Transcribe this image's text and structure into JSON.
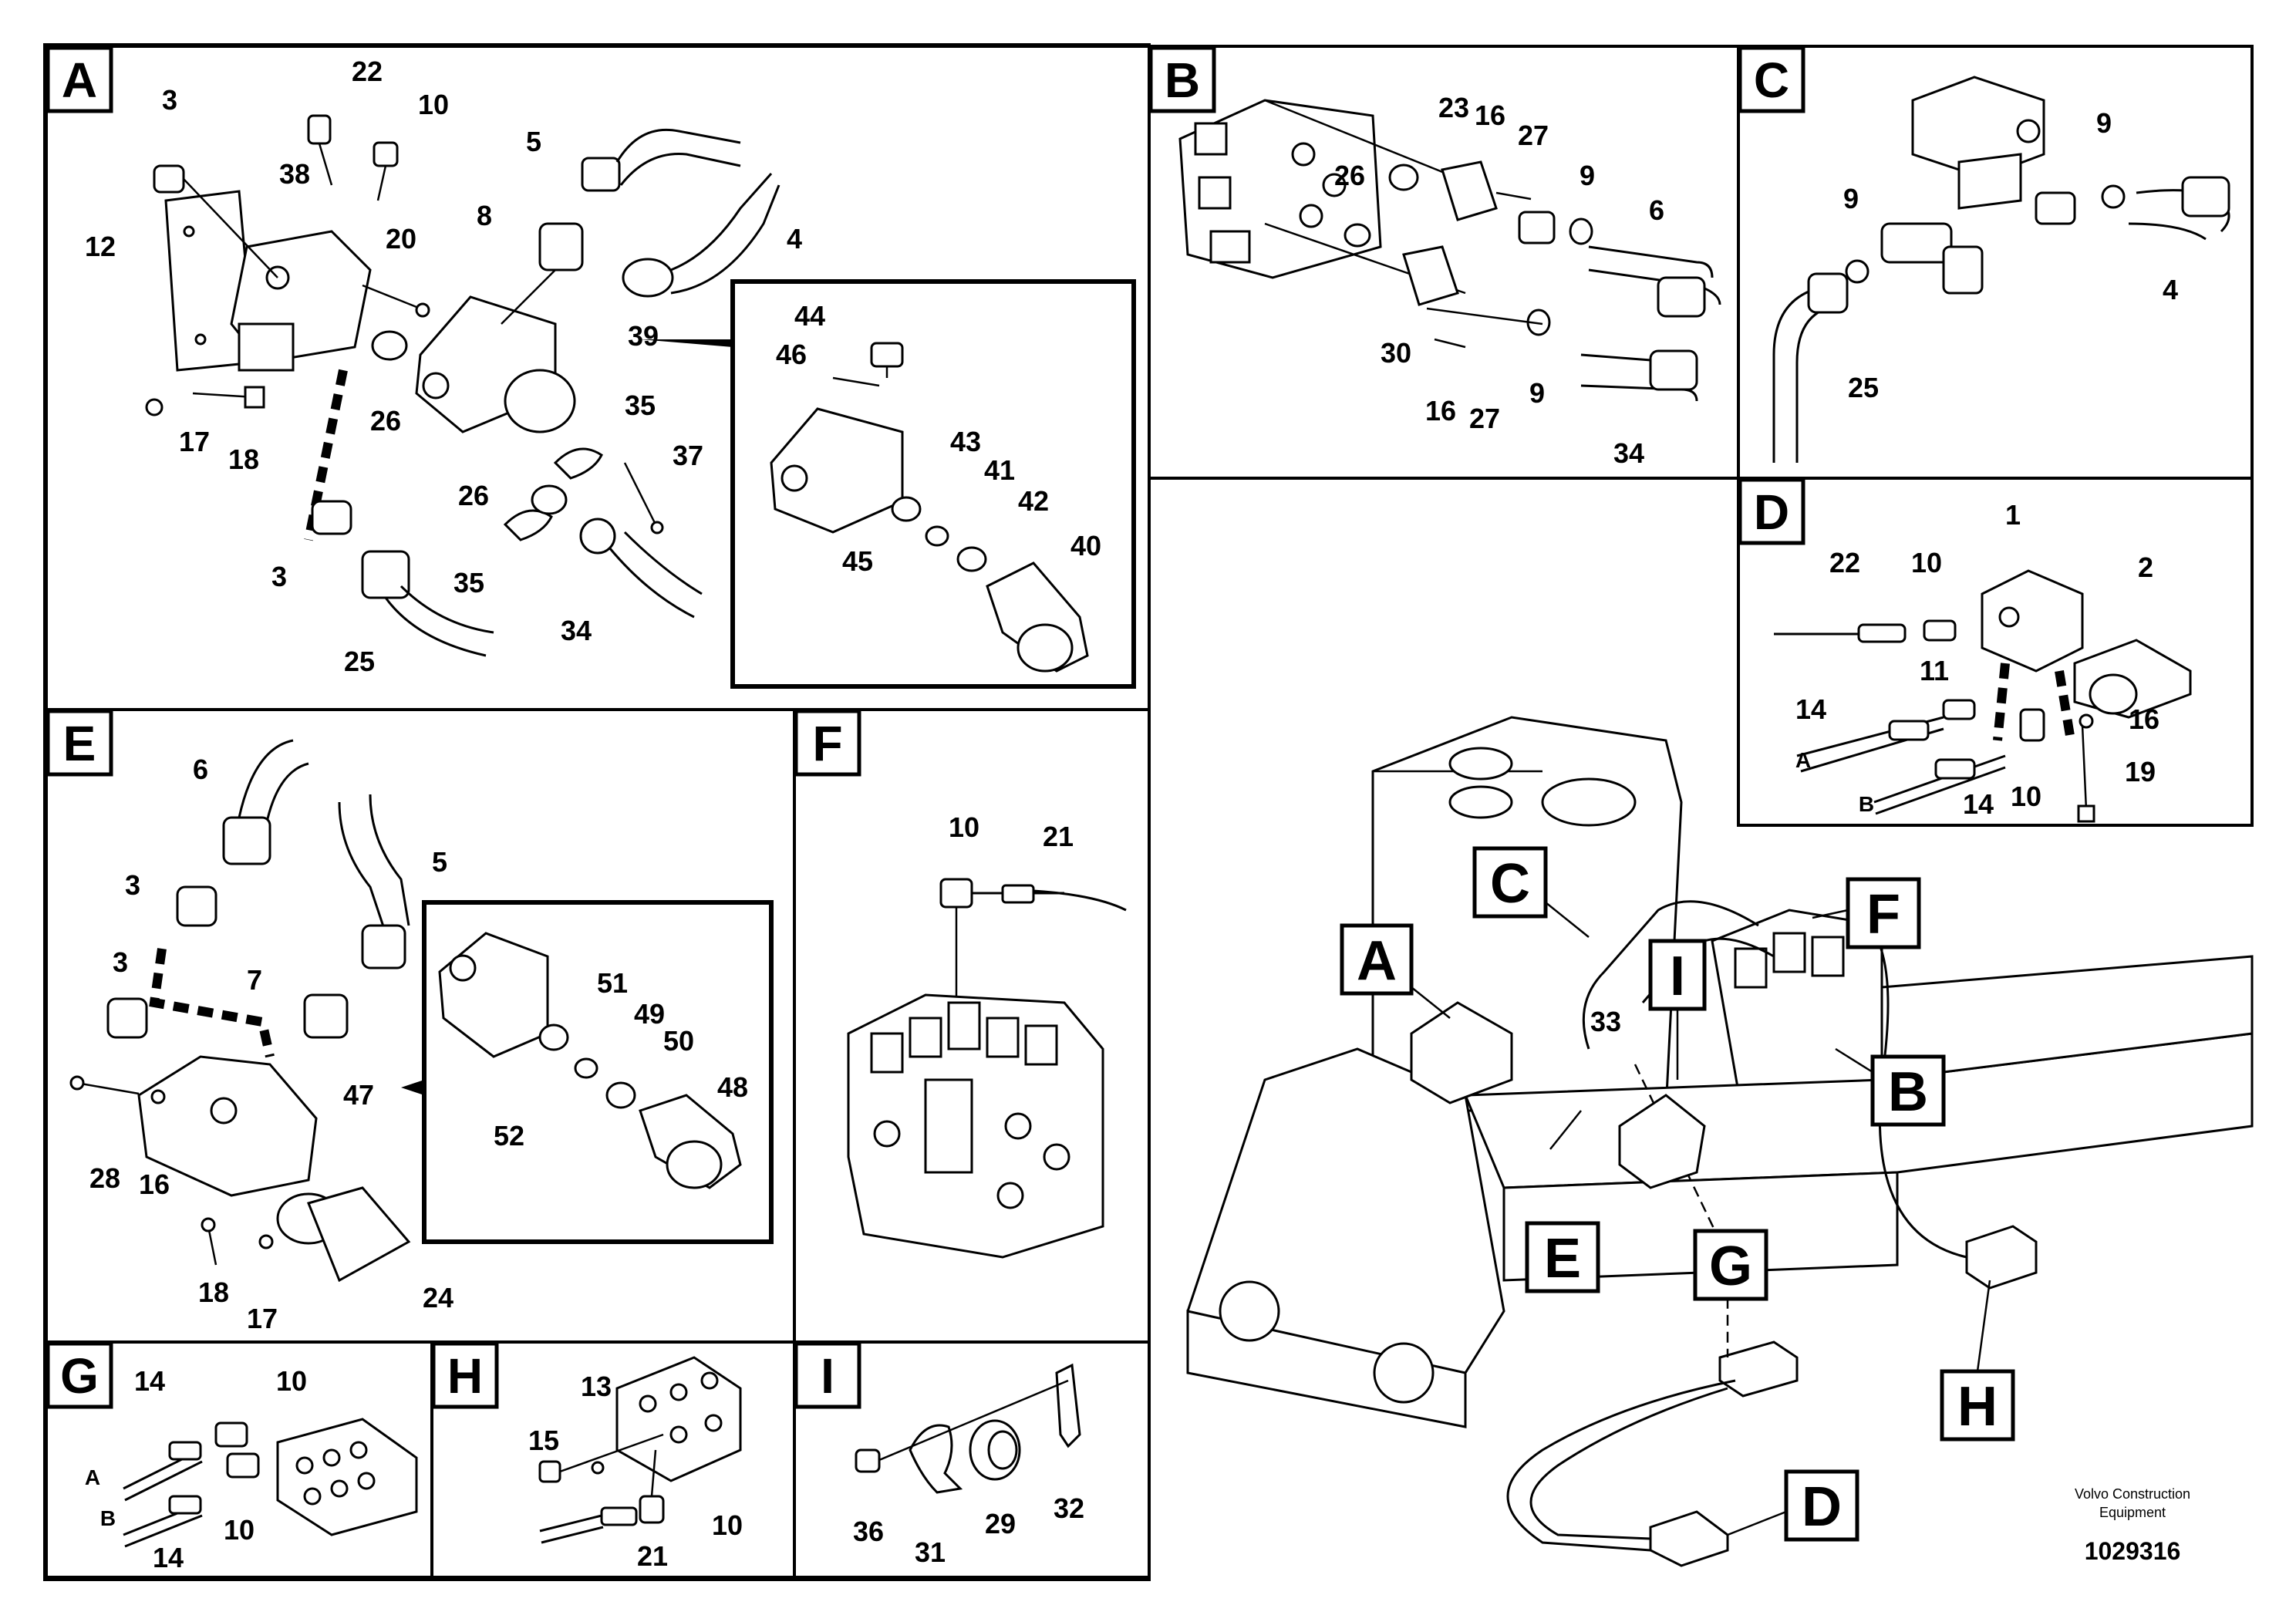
{
  "panels": {
    "A": {
      "letter": "A",
      "labels": [
        "3",
        "22",
        "10",
        "38",
        "12",
        "20",
        "5",
        "8",
        "4",
        "39",
        "26",
        "17",
        "18",
        "35",
        "37",
        "26",
        "3",
        "35",
        "34",
        "25"
      ],
      "inset": {
        "labels": [
          "44",
          "46",
          "43",
          "41",
          "42",
          "45",
          "40"
        ]
      }
    },
    "B": {
      "letter": "B",
      "labels": [
        "23",
        "16",
        "27",
        "26",
        "9",
        "6",
        "30",
        "16",
        "27",
        "9",
        "34"
      ]
    },
    "C": {
      "letter": "C",
      "labels": [
        "9",
        "9",
        "4",
        "25"
      ]
    },
    "D": {
      "letter": "D",
      "labels": [
        "1",
        "22",
        "10",
        "2",
        "11",
        "14",
        "16",
        "10",
        "14",
        "19"
      ],
      "ports": [
        "A",
        "B"
      ]
    },
    "E": {
      "letter": "E",
      "labels": [
        "6",
        "5",
        "3",
        "3",
        "7",
        "47",
        "28",
        "16",
        "18",
        "17",
        "24"
      ],
      "inset": {
        "labels": [
          "51",
          "49",
          "50",
          "52",
          "48"
        ]
      }
    },
    "F": {
      "letter": "F",
      "labels": [
        "10",
        "21"
      ]
    },
    "G": {
      "letter": "G",
      "labels": [
        "14",
        "10",
        "10",
        "14"
      ],
      "ports": [
        "A",
        "B"
      ]
    },
    "H": {
      "letter": "H",
      "labels": [
        "15",
        "13",
        "10",
        "21"
      ]
    },
    "I": {
      "letter": "I",
      "labels": [
        "36",
        "31",
        "29",
        "32"
      ]
    }
  },
  "overview": {
    "callouts": [
      "A",
      "B",
      "C",
      "D",
      "E",
      "F",
      "G",
      "H",
      "I"
    ],
    "labels": [
      "33"
    ]
  },
  "footer": {
    "company_line1": "Volvo Construction",
    "company_line2": "Equipment",
    "diagram_id": "1029316"
  }
}
